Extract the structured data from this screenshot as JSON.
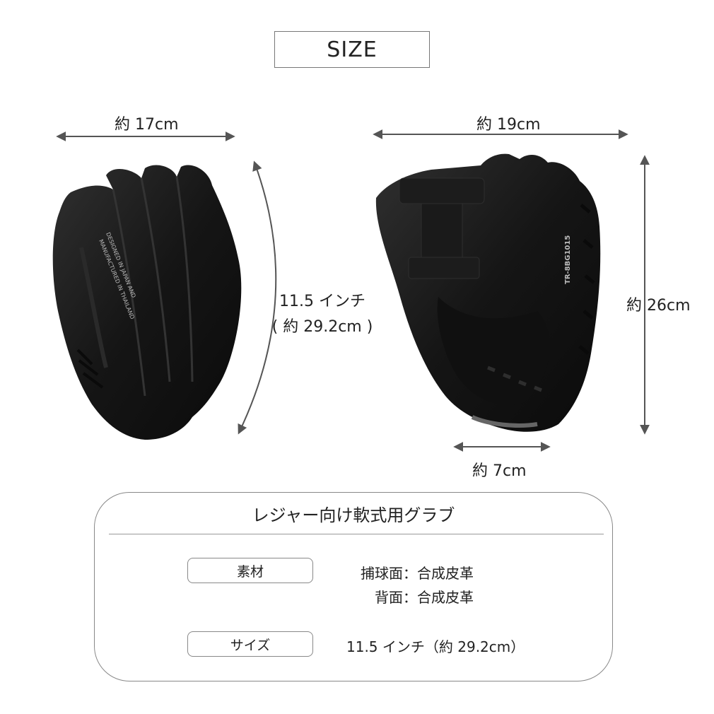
{
  "heading": "SIZE",
  "dimensions": {
    "back_width": "約 17cm",
    "front_width": "約 19cm",
    "height": "約 26cm",
    "wrist": "約 7cm",
    "size_line1": "11.5 インチ",
    "size_line2": "( 約 29.2cm )"
  },
  "glove": {
    "back_stamp_line1": "DESIGNED IN JAPAN AND",
    "back_stamp_line2": "MANUFACTURED IN THAILAND",
    "model_stamp": "TR-8BG1015"
  },
  "info_card": {
    "title": "レジャー向け軟式用グラブ",
    "material_label": "素材",
    "material_value_1": "捕球面：合成皮革",
    "material_value_2": "背面：合成皮革",
    "size_label": "サイズ",
    "size_value": "11.5 インチ（約 29.2cm）"
  },
  "colors": {
    "glove": "#141414",
    "glove_highlight": "#2c2c2c",
    "arrow": "#555555"
  }
}
